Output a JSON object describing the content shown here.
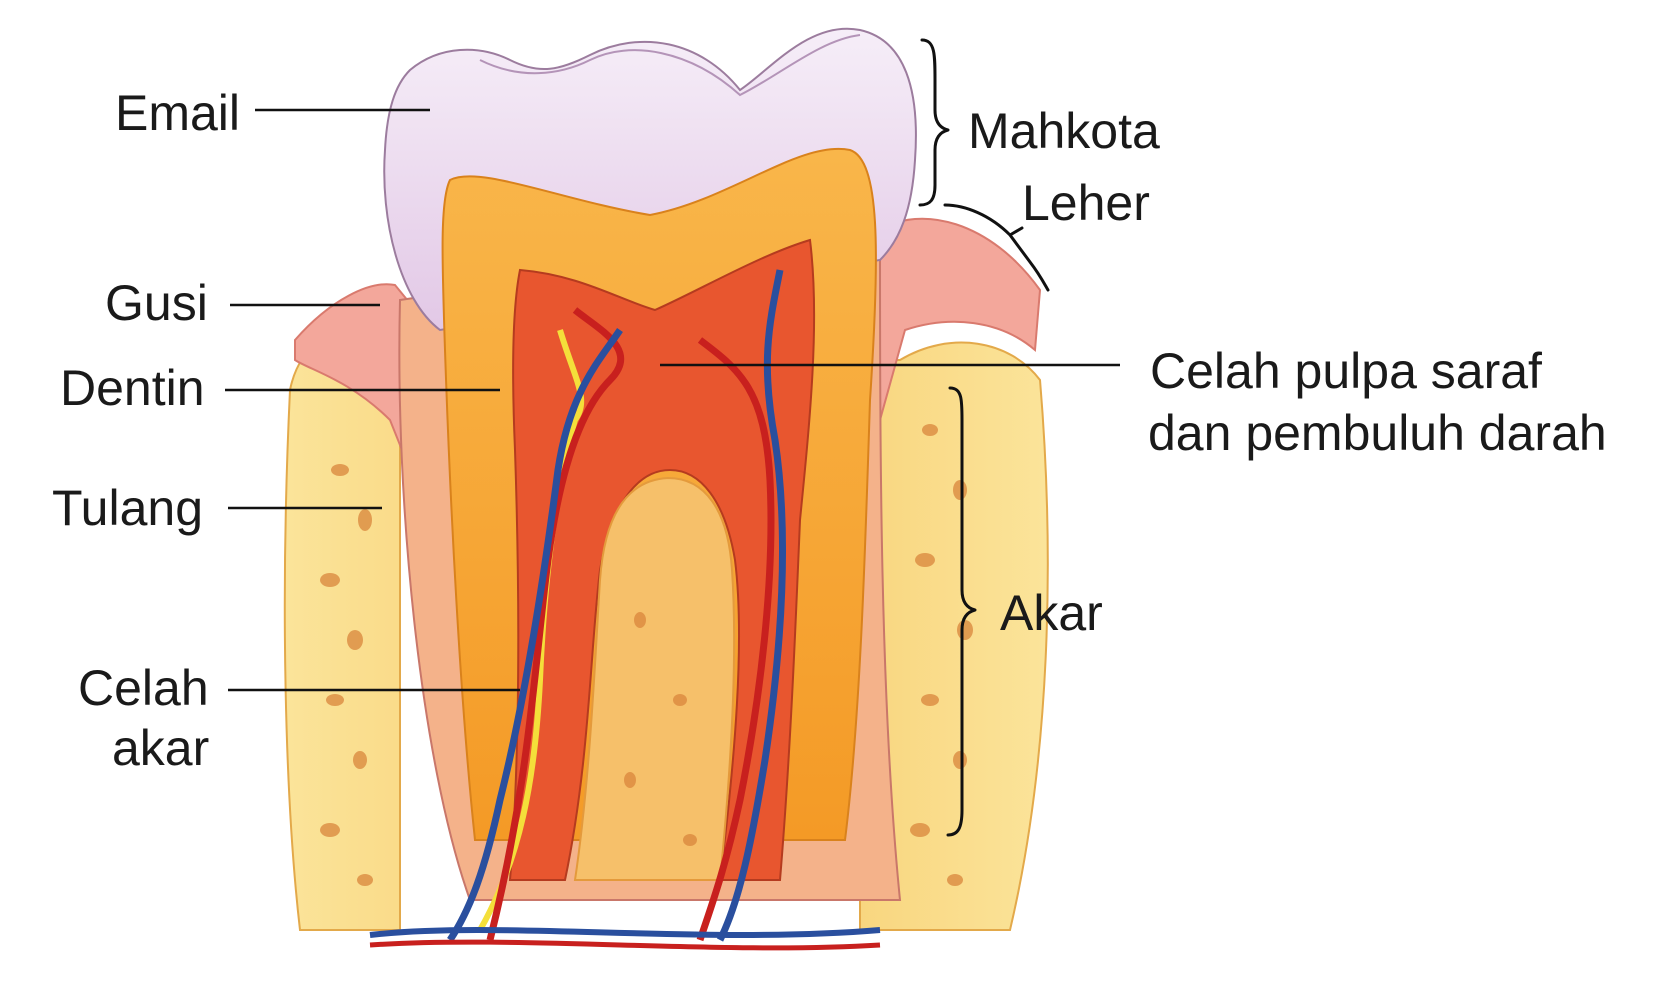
{
  "labels": {
    "email": "Email",
    "gusi": "Gusi",
    "dentin": "Dentin",
    "tulang": "Tulang",
    "celah_akar_line1": "Celah",
    "celah_akar_line2": "akar",
    "mahkota": "Mahkota",
    "leher": "Leher",
    "celah_pulpa_line1": "Celah pulpa saraf",
    "celah_pulpa_line2": "dan pembuluh darah",
    "akar": "Akar"
  },
  "colors": {
    "enamel": "#ecdcf0",
    "gum": "#f2a296",
    "bone": "#f7d277",
    "dentin": "#f6a22b",
    "pulp": "#e9542e",
    "artery": "#c8201e",
    "vein": "#2a4f9e",
    "nerve": "#f4df3a"
  }
}
